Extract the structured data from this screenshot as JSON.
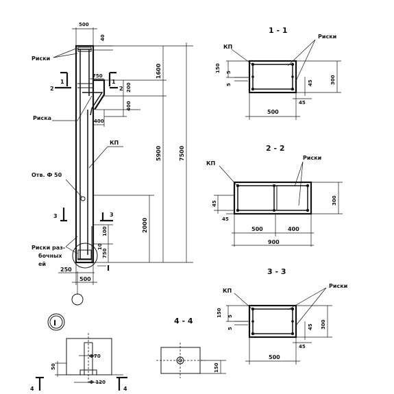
{
  "labels": {
    "riski_main": "Риски",
    "riska_main": "Риска",
    "kp_main": "КП",
    "hole": "Отв. Ф 50",
    "riski_raz_1": "Риски раз-",
    "riski_raz_2": "бочных",
    "riski_raz_3": "ей",
    "node_mark": "I",
    "node_title": "I"
  },
  "dims_main": {
    "w_top": "500",
    "d40": "40",
    "d1600": "1600",
    "d7500": "7500",
    "d5900": "5900",
    "d2000": "2000",
    "d750a": "750",
    "d200": "200",
    "d400v": "400",
    "d400h": "400",
    "d100": "100",
    "d10": "10",
    "d750b": "750",
    "d250": "250",
    "w_bot": "500"
  },
  "cuts_main": {
    "c1": "1",
    "c1b": "1",
    "c2": "2",
    "c2b": "2",
    "c3": "3",
    "c3b": "3"
  },
  "sec1": {
    "title": "1 - 1",
    "kp": "КП",
    "riski": "Риски",
    "d150": "150",
    "d5a": "5",
    "d5b": "5",
    "d45a": "45",
    "d45b": "45",
    "d300": "300",
    "d500": "500"
  },
  "sec2": {
    "title": "2 - 2",
    "kp": "КП",
    "riski": "Риски",
    "d45a": "45",
    "d45b": "45",
    "d300": "300",
    "d500": "500",
    "d400": "400",
    "d900": "900"
  },
  "sec3": {
    "title": "3 - 3",
    "kp": "КП",
    "riski": "Риски",
    "d150": "150",
    "d5a": "5",
    "d5b": "5",
    "d45a": "45",
    "d45b": "45",
    "d300": "300",
    "d500": "500"
  },
  "sec4": {
    "title": "4 - 4",
    "d150": "150"
  },
  "node": {
    "phi70": "Ф70",
    "phi120": "Ф 120",
    "d50": "50",
    "c4": "4",
    "c4b": "4"
  }
}
